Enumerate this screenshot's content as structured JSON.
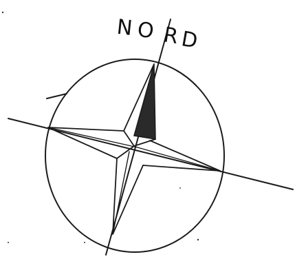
{
  "figure": {
    "north_label": "NORD",
    "letters": [
      "N",
      "O",
      "R",
      "D"
    ],
    "ink_color": "#1a1a1a",
    "shaded_color": "#2a2a2a",
    "paper_color": "#ffffff"
  }
}
